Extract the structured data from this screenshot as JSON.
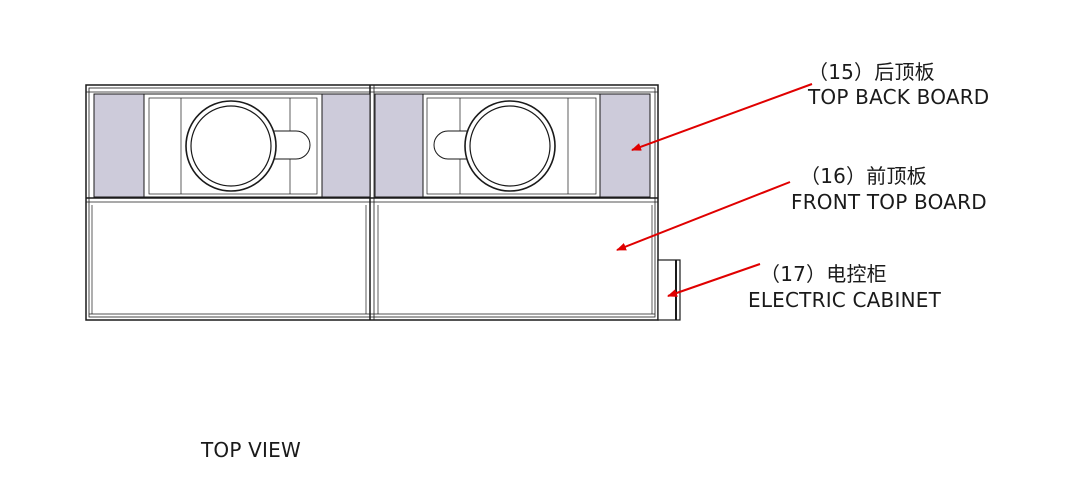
{
  "colors": {
    "line": "#1a1a1a",
    "panel_fill": "#cdcbda",
    "arrow": "#e00000",
    "background": "#ffffff"
  },
  "labels": {
    "back_board": {
      "cn": "（15）后顶板",
      "en": "TOP BACK BOARD"
    },
    "front_board": {
      "cn": "（16）前顶板",
      "en": "FRONT TOP BOARD"
    },
    "electric_cabinet": {
      "cn": "（17）电控柜",
      "en": "ELECTRIC CABINET"
    }
  },
  "view_caption": "TOP VIEW"
}
